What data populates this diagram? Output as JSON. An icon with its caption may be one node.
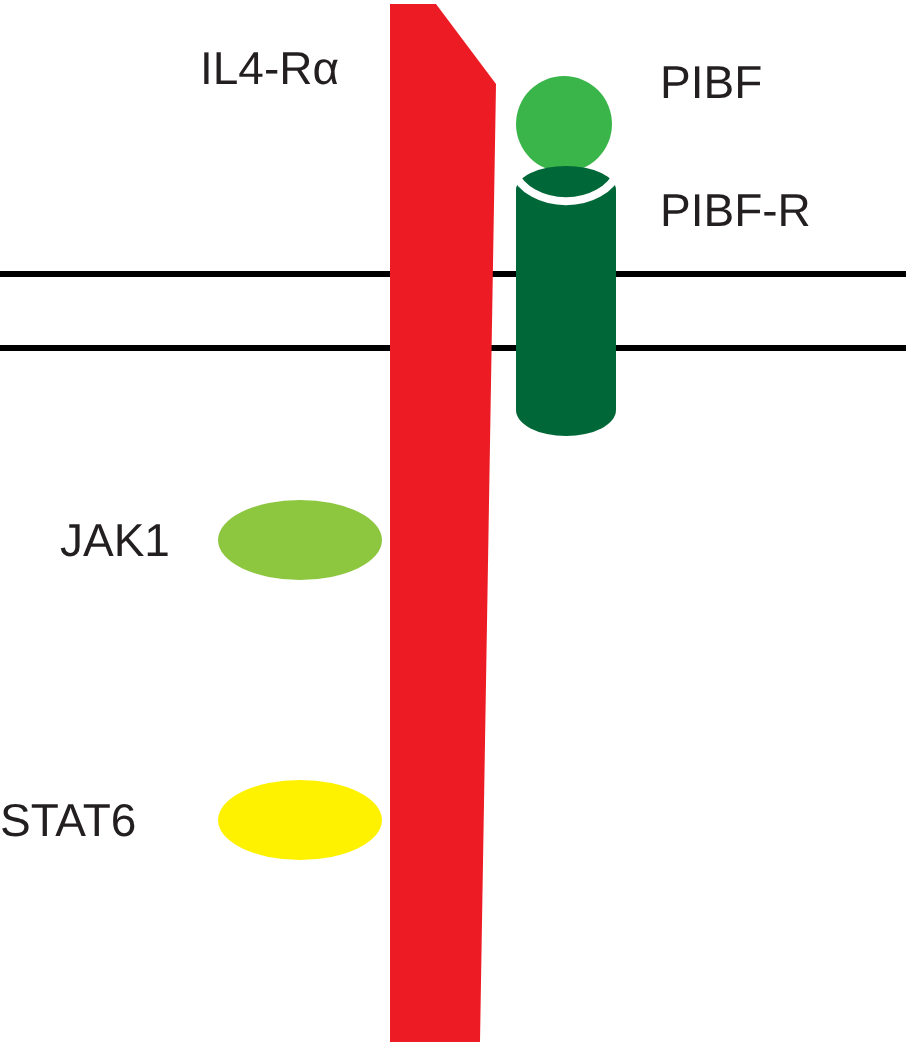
{
  "diagram": {
    "nodes": [
      {
        "text": [
          "IL4-Rα"
        ]
      },
      {
        "text": [
          "PIBF"
        ]
      },
      {
        "text": [
          "PIBF-R"
        ]
      },
      {
        "text": [
          "JAK1"
        ]
      },
      {
        "text": [
          "STAT6"
        ]
      }
    ]
  }
}
